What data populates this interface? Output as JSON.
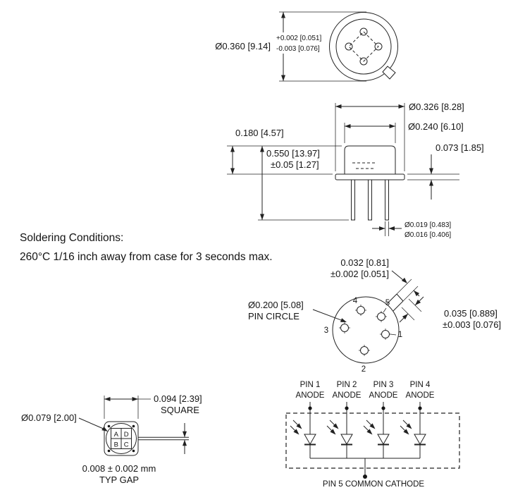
{
  "top_view": {
    "dia": "Ø0.360 [9.14]",
    "tol_plus": "+0.002 [0.051]",
    "tol_minus": "-0.003 [0.076]"
  },
  "side_view": {
    "flange_dia": "Ø0.326 [8.28]",
    "body_dia": "Ø0.240 [6.10]",
    "cap_height": "0.180 [4.57]",
    "overall": "0.550 [13.97]",
    "overall_tol": "±0.05 [1.27]",
    "flange_thk": "0.073 [1.85]",
    "pin_dia_max": "Ø0.019 [0.483]",
    "pin_dia_min": "Ø0.016 [0.406]"
  },
  "soldering": {
    "line1": "Soldering Conditions:",
    "line2": "260°C 1/16 inch away from case for 3 seconds max."
  },
  "bottom_view": {
    "pin_circle": "Ø0.200 [5.08]",
    "pin_circle_label": "PIN CIRCLE",
    "tab_width": "0.032 [0.81]",
    "tab_width_tol": "±0.002 [0.051]",
    "tab_len": "0.035 [0.889]",
    "tab_len_tol": "±0.003 [0.076]",
    "pins": [
      "1",
      "2",
      "3",
      "4",
      "5"
    ]
  },
  "die": {
    "size": "0.094 [2.39]",
    "size_label": "SQUARE",
    "active_dia": "Ø0.079 [2.00]",
    "gap": "0.008 ± 0.002 mm",
    "gap_label": "TYP GAP",
    "quadrants": [
      "A",
      "D",
      "B",
      "C"
    ]
  },
  "schematic": {
    "pins": [
      {
        "pin": "PIN 1",
        "role": "ANODE"
      },
      {
        "pin": "PIN 2",
        "role": "ANODE"
      },
      {
        "pin": "PIN 3",
        "role": "ANODE"
      },
      {
        "pin": "PIN 4",
        "role": "ANODE"
      }
    ],
    "common": "PIN 5 COMMON CATHODE"
  }
}
